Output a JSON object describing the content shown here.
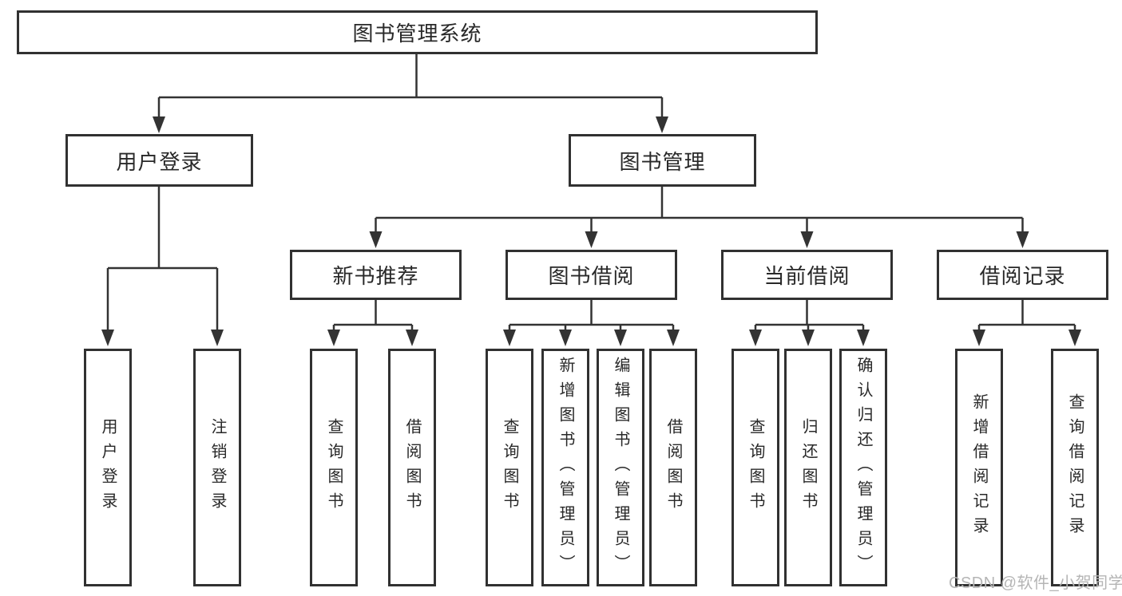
{
  "colors": {
    "background": "#ffffff",
    "line": "#333333",
    "box_border": "#313131",
    "text": "#282828",
    "watermark": "#b5b5b5"
  },
  "root": {
    "label": "图书管理系统"
  },
  "branches": {
    "user_login": {
      "label": "用户登录",
      "children": [
        {
          "label": "用户登录"
        },
        {
          "label": "注销登录"
        }
      ]
    },
    "book_management": {
      "label": "图书管理",
      "sections": [
        {
          "label": "新书推荐",
          "children": [
            {
              "label": "查询图书"
            },
            {
              "label": "借阅图书"
            }
          ]
        },
        {
          "label": "图书借阅",
          "children": [
            {
              "label": "查询图书"
            },
            {
              "label": "新增图书（管理员）"
            },
            {
              "label": "编辑图书（管理员）"
            },
            {
              "label": "借阅图书"
            }
          ]
        },
        {
          "label": "当前借阅",
          "children": [
            {
              "label": "查询图书"
            },
            {
              "label": "归还图书"
            },
            {
              "label": "确认归还（管理员）"
            }
          ]
        },
        {
          "label": "借阅记录",
          "children": [
            {
              "label": "新增借阅记录"
            },
            {
              "label": "查询借阅记录"
            }
          ]
        }
      ]
    }
  },
  "watermark": {
    "text": "CSDN @软件_小贺同学"
  }
}
